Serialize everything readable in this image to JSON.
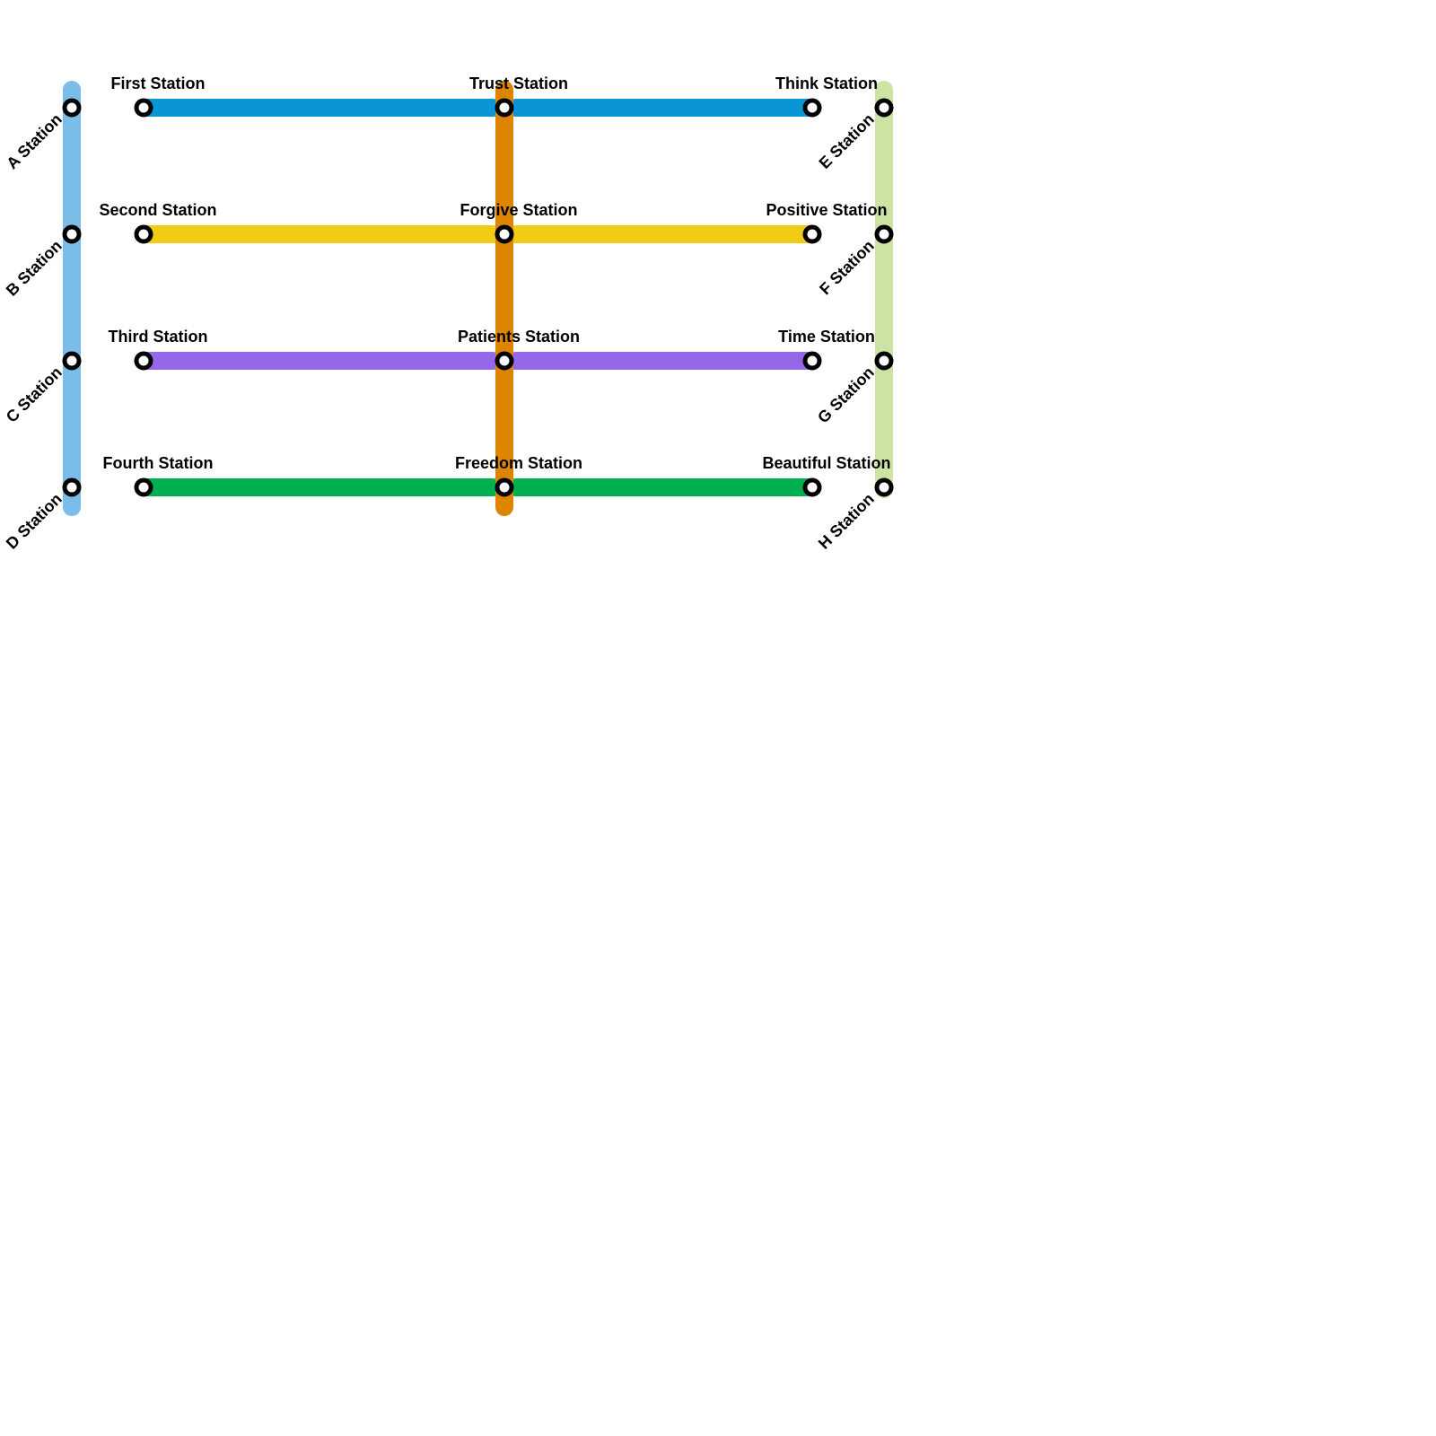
{
  "map": {
    "type": "transit-map",
    "lines": [
      {
        "id": "left-vertical",
        "color": "#7bbde8",
        "stations": [
          "A Station",
          "B Station",
          "C Station",
          "D Station"
        ]
      },
      {
        "id": "row-1",
        "color": "#0a96d6",
        "stations": [
          "First Station",
          "Trust Station",
          "Think Station"
        ]
      },
      {
        "id": "row-2",
        "color": "#f0cc14",
        "stations": [
          "Second Station",
          "Forgive Station",
          "Positive Station"
        ]
      },
      {
        "id": "row-3",
        "color": "#9568ea",
        "stations": [
          "Third Station",
          "Patients Station",
          "Time Station"
        ]
      },
      {
        "id": "row-4",
        "color": "#00af50",
        "stations": [
          "Fourth Station",
          "Freedom Station",
          "Beautiful Station"
        ]
      },
      {
        "id": "center-vertical",
        "color": "#de8500",
        "stations": [
          "Trust Station",
          "Forgive Station",
          "Patients Station",
          "Freedom Station"
        ]
      },
      {
        "id": "right-vertical",
        "color": "#cde3a4",
        "stations": [
          "E Station",
          "F Station",
          "G Station",
          "H Station"
        ]
      }
    ],
    "stations": {
      "left": [
        "A Station",
        "B Station",
        "C Station",
        "D Station"
      ],
      "start": [
        "First Station",
        "Second Station",
        "Third Station",
        "Fourth Station"
      ],
      "middle": [
        "Trust Station",
        "Forgive Station",
        "Patients Station",
        "Freedom Station"
      ],
      "end": [
        "Think Station",
        "Positive Station",
        "Time Station",
        "Beautiful Station"
      ],
      "right": [
        "E Station",
        "F Station",
        "G Station",
        "H Station"
      ]
    }
  }
}
